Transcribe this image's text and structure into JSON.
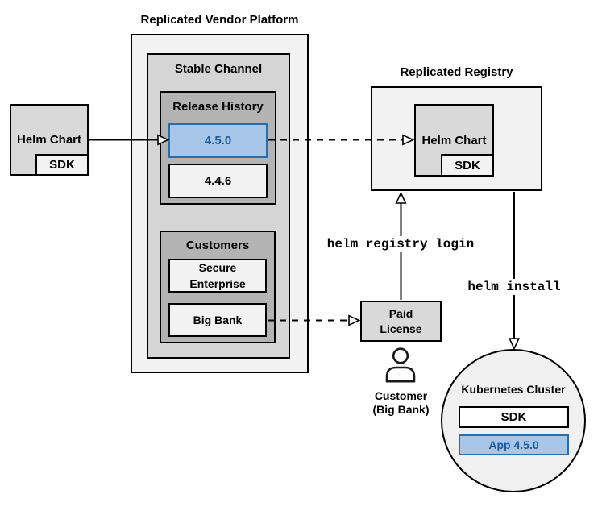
{
  "vendor_platform": {
    "title": "Replicated Vendor Platform",
    "stable_channel": {
      "title": "Stable Channel",
      "release_history": {
        "title": "Release History",
        "releases": [
          {
            "version": "4.5.0",
            "highlighted": true
          },
          {
            "version": "4.4.6",
            "highlighted": false
          }
        ]
      },
      "customers": {
        "title": "Customers",
        "items": [
          {
            "name": "Secure Enterprise"
          },
          {
            "name": "Big Bank"
          }
        ]
      }
    }
  },
  "vendor_helm_chart": {
    "label": "Helm Chart",
    "sdk": "SDK"
  },
  "registry": {
    "title": "Replicated Registry",
    "helm_chart": {
      "label": "Helm Chart",
      "sdk": "SDK"
    }
  },
  "paid_license": {
    "label": "Paid License"
  },
  "customer": {
    "name": "Customer",
    "org": "(Big Bank)"
  },
  "kubernetes_cluster": {
    "title": "Kubernetes Cluster",
    "sdk": "SDK",
    "app": "App 4.5.0"
  },
  "commands": {
    "registry_login": "helm registry login",
    "install": "helm install"
  },
  "colors": {
    "highlight_fill": "#a8c6e8",
    "highlight_border": "#2e6da4",
    "highlight_text": "#1a5a9e"
  }
}
